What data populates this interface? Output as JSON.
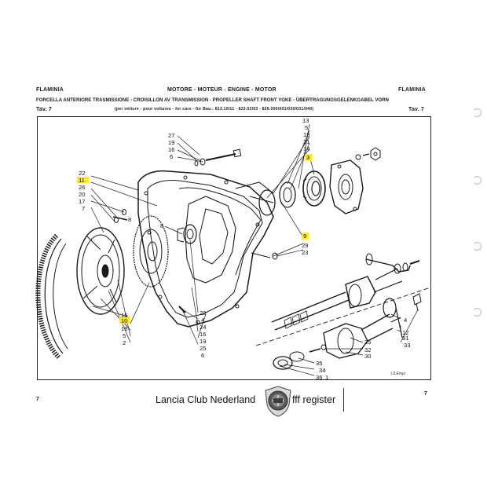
{
  "header": {
    "model_left": "FLAMINIA",
    "model_right": "FLAMINIA",
    "section": "MOTORE - MOTEUR - ENGINE - MOTOR",
    "part_title": "FORCELLA ANTERIORE TRASMISSIONE - CROISILLON AV TRANSMISSION - PROPELLER SHAFT FRONT YOKE - ÜBERTRAGUNGSGELENKGABEL VORN",
    "table_left": "Tav. 7",
    "table_right": "Tav. 7",
    "applicability": "(per vetture - pour voitures - for cars - für Bau.: 813.10/11 - 823.02/03 - 826.000/001/030/031/040)"
  },
  "footer": {
    "page_left": "7",
    "page_right": "7",
    "club": "Lancia Club Nederland",
    "register": "fff register",
    "signature": "ULEmpi."
  },
  "callouts": {
    "c27": "27",
    "c19a": "19",
    "c16a": "16",
    "c6a": "6",
    "c13": "13",
    "c5a": "5",
    "c19b": "19",
    "c21": "21",
    "c14": "14",
    "c3": "3",
    "c22": "22",
    "c11": "11",
    "c26": "26",
    "c20": "20",
    "c17": "17",
    "c7": "7",
    "c8a": "8",
    "c8b": "8",
    "c9": "9",
    "c29": "29",
    "c23": "23",
    "c15": "15",
    "c10": "10",
    "c18": "18",
    "c5b": "5",
    "c2": "2",
    "c28": "28",
    "c4a": "4",
    "c24": "24",
    "c16b": "16",
    "c19c": "19",
    "c25": "25",
    "c6b": "6",
    "c4b": "4",
    "c12": "12",
    "c31": "31",
    "c33": "33",
    "c35a": "35",
    "c32": "32",
    "c30": "30",
    "c35b": "35",
    "c34": "34",
    "c36": "36",
    "c1": "1"
  },
  "highlight_color": "#ffe833"
}
